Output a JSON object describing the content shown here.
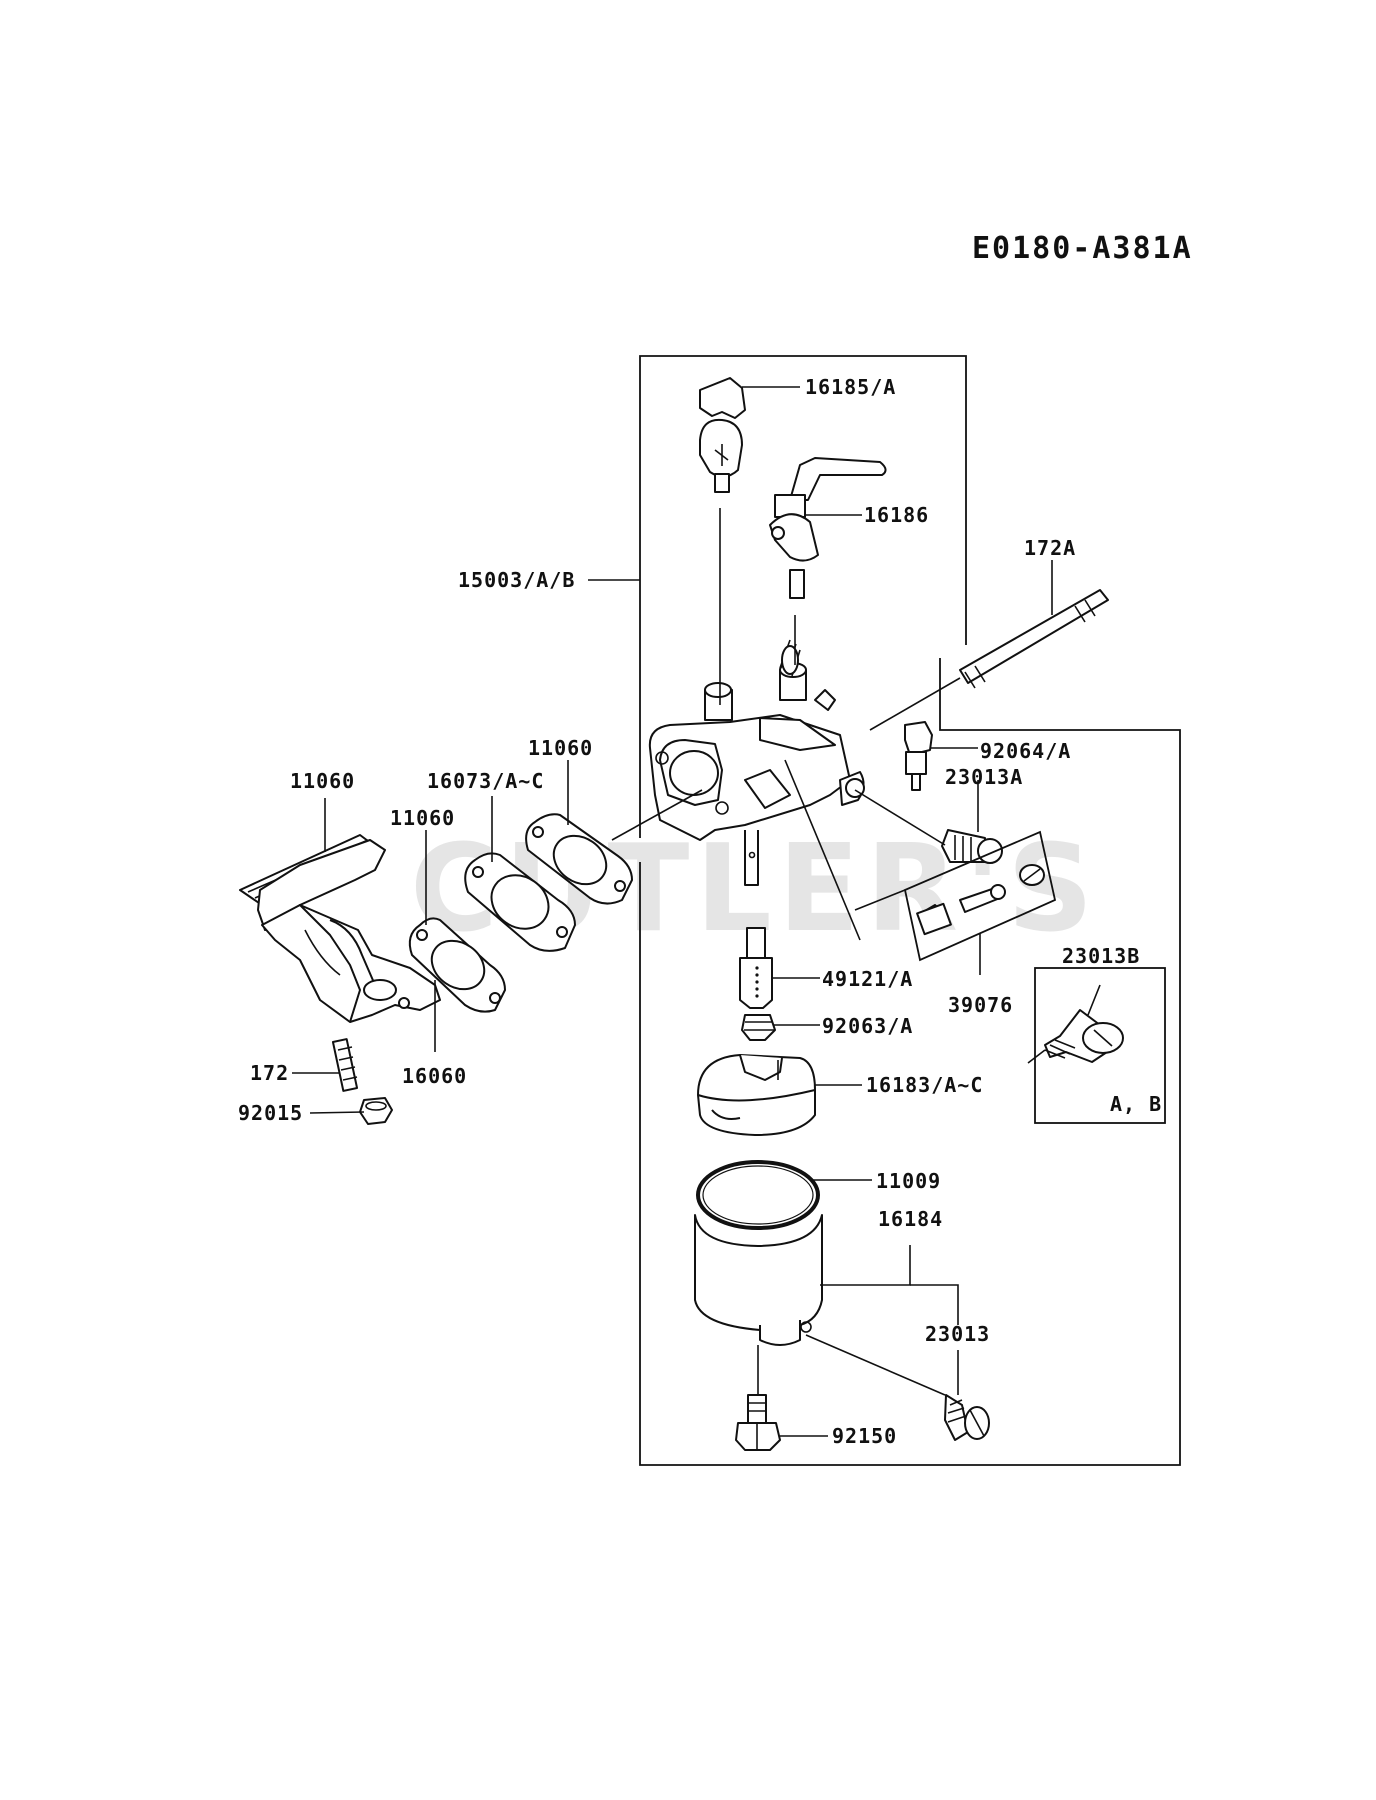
{
  "diagram_code": "E0180-A381A",
  "watermark": "CUTLER'S",
  "parts": {
    "p16185": "16185/A",
    "p16186": "16186",
    "p15003": "15003/A/B",
    "p172A": "172A",
    "p92064": "92064/A",
    "p23013A": "23013A",
    "p39076": "39076",
    "p23013B": "23013B",
    "pAB": "A, B",
    "p49121": "49121/A",
    "p92063": "92063/A",
    "p16183": "16183/A~C",
    "p11009": "11009",
    "p16184": "16184",
    "p23013": "23013",
    "p92150": "92150",
    "p11060_left": "11060",
    "p16073": "16073/A~C",
    "p11060_top": "11060",
    "p11060_mid": "11060",
    "p16060": "16060",
    "p172": "172",
    "p92015": "92015"
  }
}
